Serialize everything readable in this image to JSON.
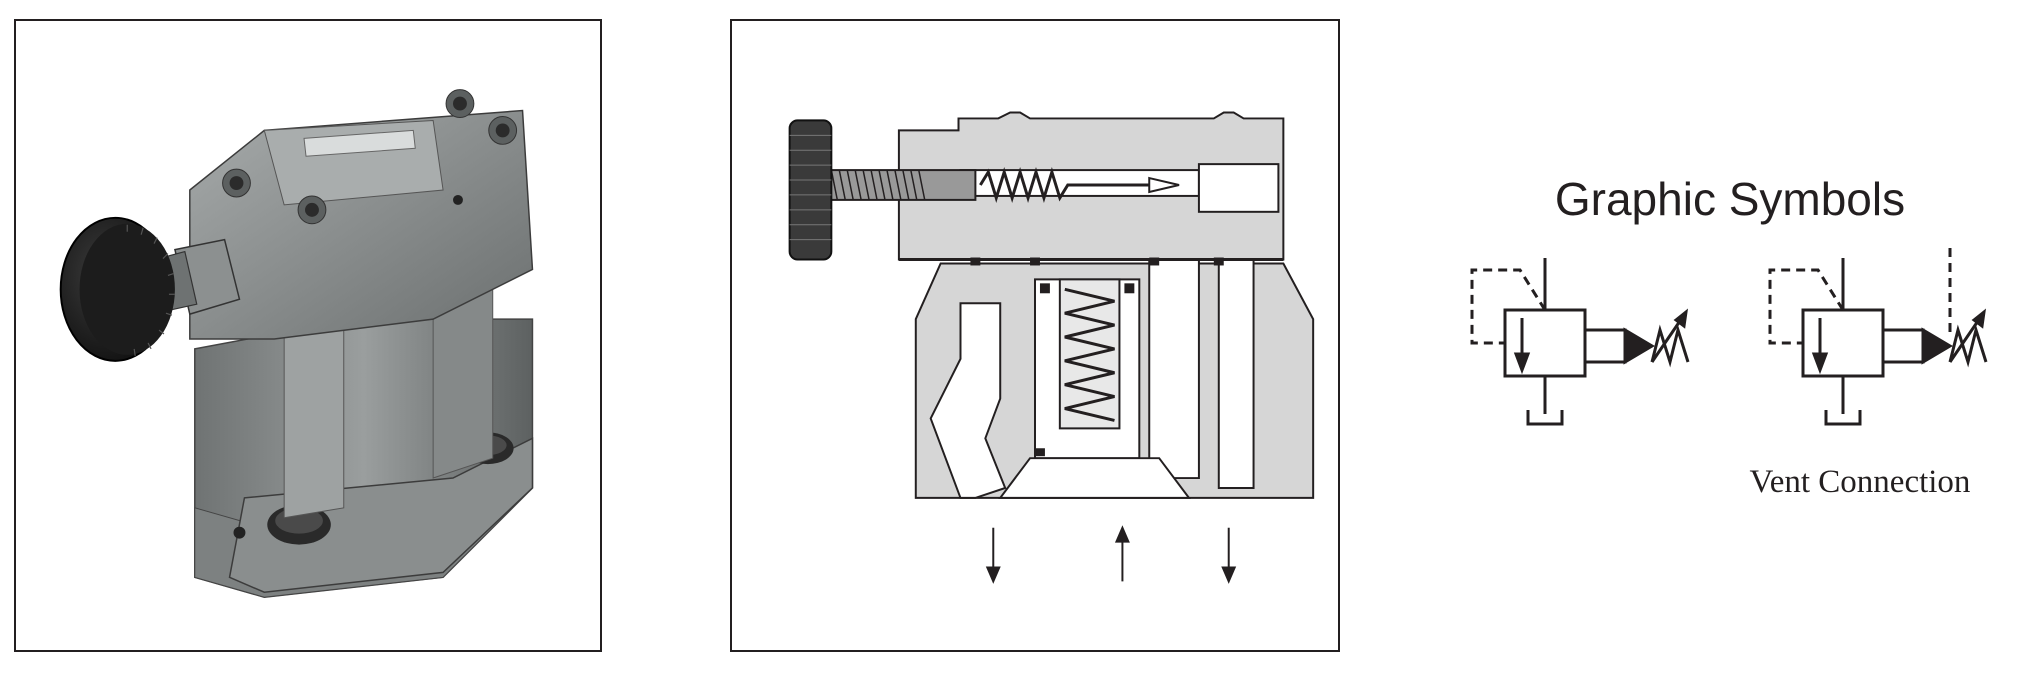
{
  "graphic_symbols": {
    "title": "Graphic Symbols",
    "vent_caption": "Vent Connection",
    "symbols": [
      {
        "name": "relief-valve-symbol"
      },
      {
        "name": "relief-valve-vent-symbol"
      }
    ]
  }
}
